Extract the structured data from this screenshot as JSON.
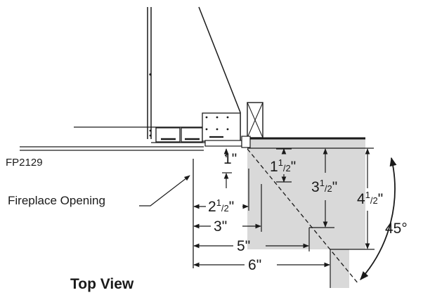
{
  "figure_code": "FP2129",
  "caption": "Top View",
  "opening_label": "Fireplace Opening",
  "dimensions": {
    "d1": {
      "whole": "1",
      "frac": "",
      "unit": "\""
    },
    "d1_5": {
      "whole": "1",
      "num": "1",
      "den": "2",
      "unit": "\""
    },
    "d2_5": {
      "whole": "2",
      "num": "1",
      "den": "2",
      "unit": "\""
    },
    "d3": {
      "whole": "3",
      "unit": "\""
    },
    "d3_5": {
      "whole": "3",
      "num": "1",
      "den": "2",
      "unit": "\""
    },
    "d4_5": {
      "whole": "4",
      "num": "1",
      "den": "2",
      "unit": "\""
    },
    "d5": {
      "whole": "5",
      "unit": "\""
    },
    "d6": {
      "whole": "6",
      "unit": "\""
    }
  },
  "angle": {
    "value": "45",
    "unit": "°"
  },
  "colors": {
    "line": "#1a1a1a",
    "shade": "#d9d9d9"
  }
}
